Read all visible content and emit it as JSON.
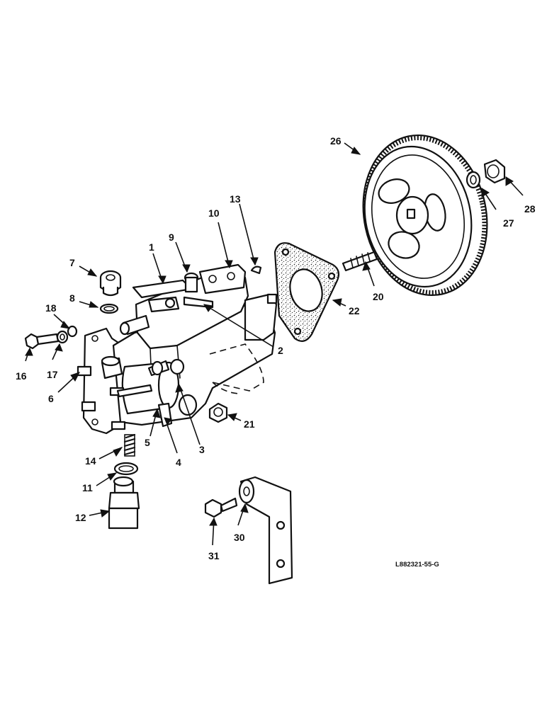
{
  "callouts": [
    {
      "id": "1",
      "label": "1"
    },
    {
      "id": "2",
      "label": "2"
    },
    {
      "id": "3",
      "label": "3"
    },
    {
      "id": "4",
      "label": "4"
    },
    {
      "id": "5",
      "label": "5"
    },
    {
      "id": "6",
      "label": "6"
    },
    {
      "id": "7",
      "label": "7"
    },
    {
      "id": "8",
      "label": "8"
    },
    {
      "id": "9",
      "label": "9"
    },
    {
      "id": "10",
      "label": "10"
    },
    {
      "id": "11",
      "label": "11"
    },
    {
      "id": "12",
      "label": "12"
    },
    {
      "id": "13",
      "label": "13"
    },
    {
      "id": "14",
      "label": "14"
    },
    {
      "id": "16",
      "label": "16"
    },
    {
      "id": "17",
      "label": "17"
    },
    {
      "id": "18",
      "label": "18"
    },
    {
      "id": "20",
      "label": "20"
    },
    {
      "id": "21",
      "label": "21"
    },
    {
      "id": "22",
      "label": "22"
    },
    {
      "id": "26",
      "label": "26"
    },
    {
      "id": "27",
      "label": "27"
    },
    {
      "id": "28",
      "label": "28"
    },
    {
      "id": "30",
      "label": "30"
    },
    {
      "id": "31",
      "label": "31"
    }
  ],
  "reference_code": "L882321-55-G",
  "colors": {
    "ink": "#111111",
    "paper": "#ffffff"
  }
}
